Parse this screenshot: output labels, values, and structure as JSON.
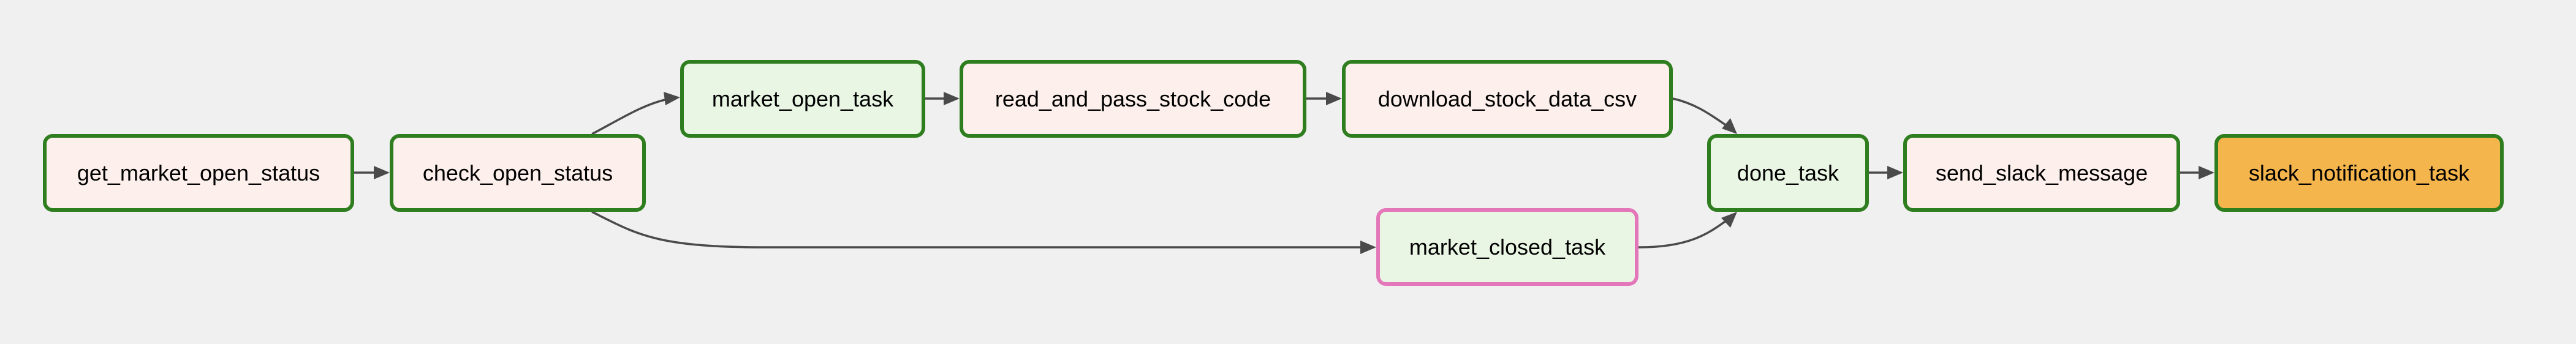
{
  "colors": {
    "background": "#f0f0f0",
    "success_border": "#2e7d1e",
    "skipped_border": "#e377b9",
    "edge": "#4a4a4a"
  },
  "nodes": [
    {
      "id": "get_market_open_status",
      "label": "get_market_open_status",
      "fill": "#fdf0ec",
      "border": "#2e7d1e"
    },
    {
      "id": "check_open_status",
      "label": "check_open_status",
      "fill": "#fdf0ec",
      "border": "#2e7d1e"
    },
    {
      "id": "market_open_task",
      "label": "market_open_task",
      "fill": "#e9f6e4",
      "border": "#2e7d1e"
    },
    {
      "id": "read_and_pass_stock_code",
      "label": "read_and_pass_stock_code",
      "fill": "#fdf0ec",
      "border": "#2e7d1e"
    },
    {
      "id": "download_stock_data_csv",
      "label": "download_stock_data_csv",
      "fill": "#fdf0ec",
      "border": "#2e7d1e"
    },
    {
      "id": "market_closed_task",
      "label": "market_closed_task",
      "fill": "#e9f6e4",
      "border": "#e377b9"
    },
    {
      "id": "done_task",
      "label": "done_task",
      "fill": "#e9f6e4",
      "border": "#2e7d1e"
    },
    {
      "id": "send_slack_message",
      "label": "send_slack_message",
      "fill": "#fdf0ec",
      "border": "#2e7d1e"
    },
    {
      "id": "slack_notification_task",
      "label": "slack_notification_task",
      "fill": "#f5b54d",
      "border": "#2e7d1e"
    }
  ],
  "edges": [
    {
      "from": "get_market_open_status",
      "to": "check_open_status"
    },
    {
      "from": "check_open_status",
      "to": "market_open_task"
    },
    {
      "from": "check_open_status",
      "to": "market_closed_task"
    },
    {
      "from": "market_open_task",
      "to": "read_and_pass_stock_code"
    },
    {
      "from": "read_and_pass_stock_code",
      "to": "download_stock_data_csv"
    },
    {
      "from": "download_stock_data_csv",
      "to": "done_task"
    },
    {
      "from": "market_closed_task",
      "to": "done_task"
    },
    {
      "from": "done_task",
      "to": "send_slack_message"
    },
    {
      "from": "send_slack_message",
      "to": "slack_notification_task"
    }
  ]
}
